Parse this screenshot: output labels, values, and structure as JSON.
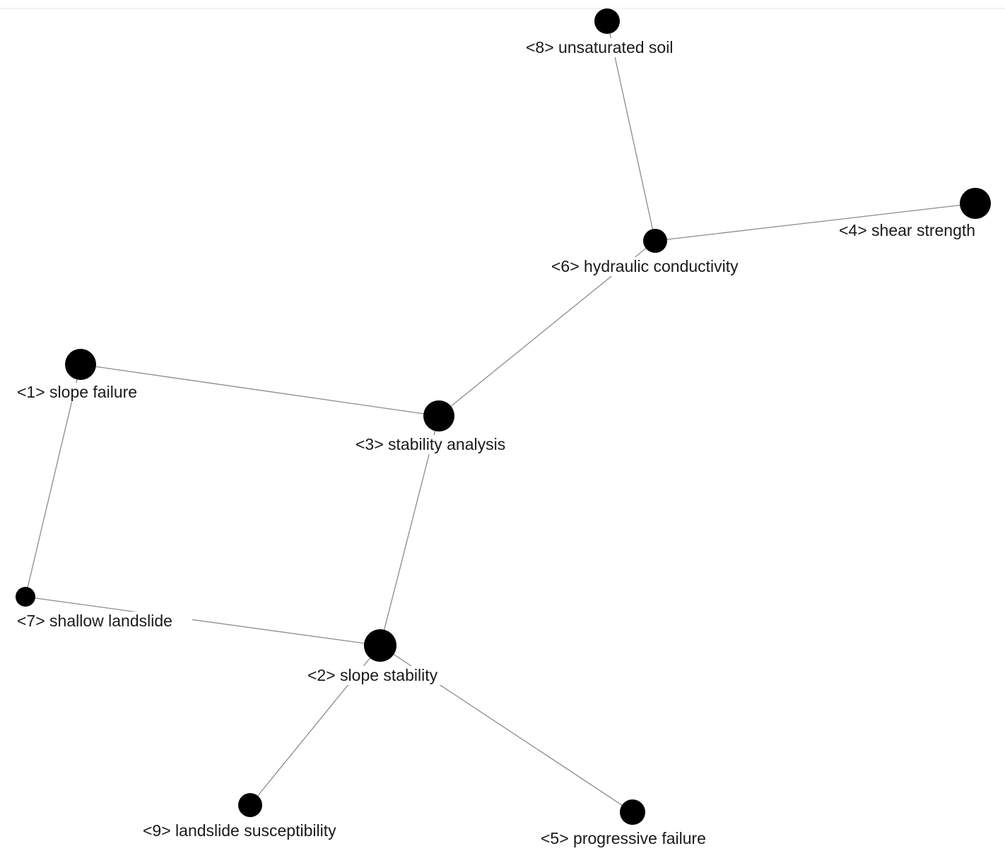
{
  "nodes": [
    {
      "id": "1",
      "label": "<1> slope failure",
      "size": "large"
    },
    {
      "id": "2",
      "label": "<2> slope stability",
      "size": "large"
    },
    {
      "id": "3",
      "label": "<3> stability analysis",
      "size": "large"
    },
    {
      "id": "4",
      "label": "<4> shear strength",
      "size": "large"
    },
    {
      "id": "5",
      "label": "<5> progressive failure",
      "size": "medium"
    },
    {
      "id": "6",
      "label": "<6> hydraulic conductivity",
      "size": "medium"
    },
    {
      "id": "7",
      "label": "<7> shallow landslide",
      "size": "small"
    },
    {
      "id": "8",
      "label": "<8> unsaturated soil",
      "size": "medium"
    },
    {
      "id": "9",
      "label": "<9> landslide susceptibility",
      "size": "medium"
    }
  ],
  "edges": [
    [
      "8",
      "6"
    ],
    [
      "6",
      "4"
    ],
    [
      "6",
      "3"
    ],
    [
      "1",
      "3"
    ],
    [
      "1",
      "7"
    ],
    [
      "3",
      "2"
    ],
    [
      "7",
      "2"
    ],
    [
      "2",
      "9"
    ],
    [
      "2",
      "5"
    ]
  ],
  "colors": {
    "node": "#000000",
    "edge": "#8c8c8c",
    "text": "#1a1a1a",
    "background": "#ffffff"
  }
}
